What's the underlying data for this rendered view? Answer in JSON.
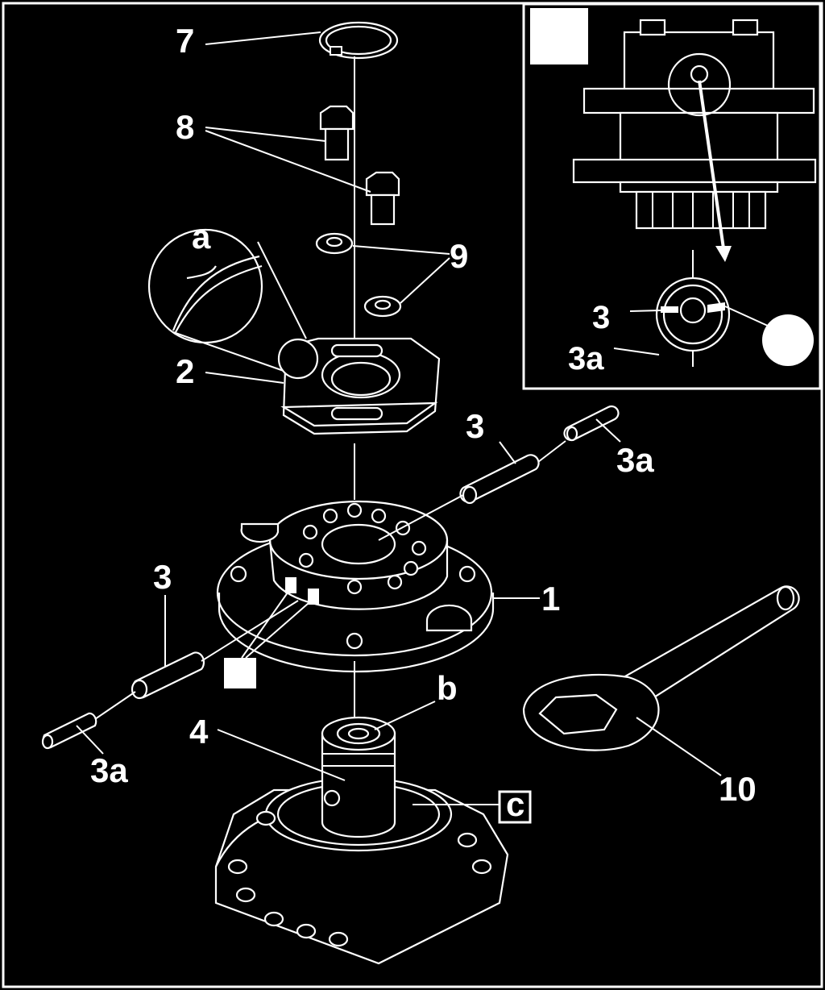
{
  "labels": {
    "l7": "7",
    "l8": "8",
    "l9": "9",
    "la": "a",
    "l2": "2",
    "l3_right": "3",
    "l3a_right": "3a",
    "l3_left": "3",
    "l1": "1",
    "lb": "b",
    "l4": "4",
    "lc": "c",
    "l3a_left": "3a",
    "l10": "10",
    "inset_3": "3",
    "inset_3a": "3a"
  },
  "colors": {
    "background": "#000000",
    "line": "#ffffff",
    "fill_marker": "#ffffff"
  }
}
